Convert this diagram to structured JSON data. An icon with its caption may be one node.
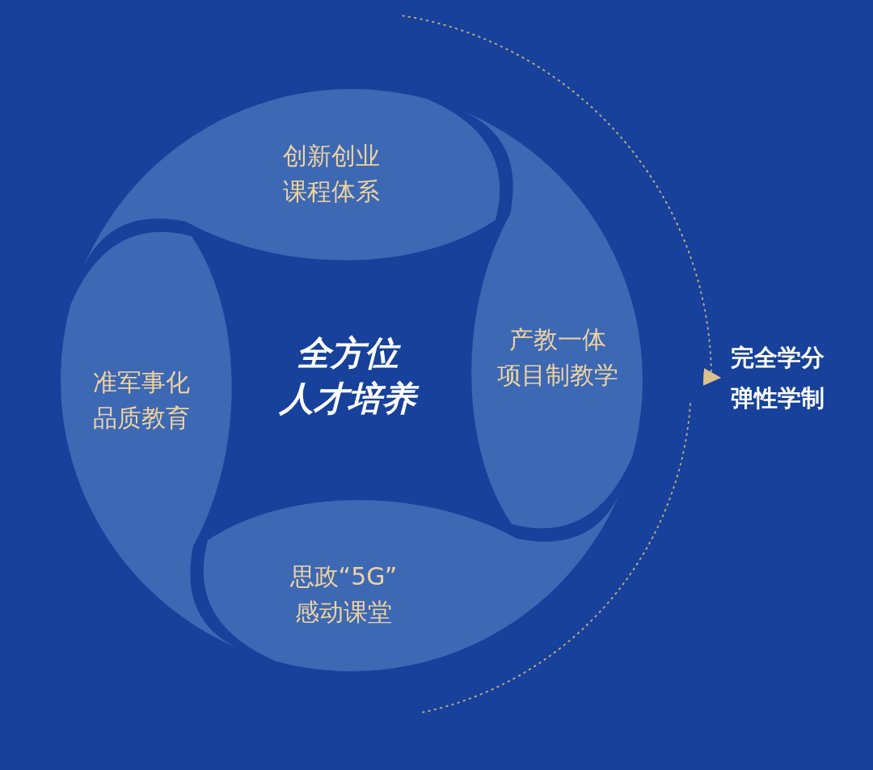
{
  "diagram": {
    "nodes": [
      {
        "text": [
          "创新创业课程体系"
        ]
      },
      {
        "text": [
          "准军事化品质教育"
        ]
      },
      {
        "text": [
          "全方位人才培养"
        ]
      },
      {
        "text": [
          "产教一体项目制教学"
        ]
      },
      {
        "text": [
          "完全学分弹性学制"
        ]
      },
      {
        "text": [
          "思政“5G”感动课堂"
        ]
      }
    ],
    "edges": [
      {
        "from": null,
        "to": 4,
        "arrow": "to",
        "style": "dashed"
      }
    ]
  }
}
